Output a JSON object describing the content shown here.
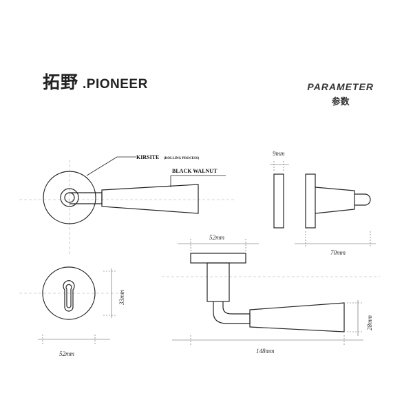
{
  "brand": {
    "name_cn": "拓野",
    "name_en": ".PIONEER"
  },
  "parameter": {
    "title_en": "PARAMETER",
    "title_cn": "参数"
  },
  "labels": {
    "material_rose": "KIRSITE",
    "material_rose_note": "(ROLLING PROCESS)",
    "material_handle": "BLACK WALNUT"
  },
  "dimensions": {
    "rose_thickness": "9mm",
    "depth": "70mm",
    "rose_width_side": "52mm",
    "rose_width_front": "52mm",
    "keyhole_rose_height": "33mm",
    "handle_length": "148mm",
    "handle_height": "28mm"
  },
  "colors": {
    "line": "#222222",
    "guide": "#999999"
  }
}
